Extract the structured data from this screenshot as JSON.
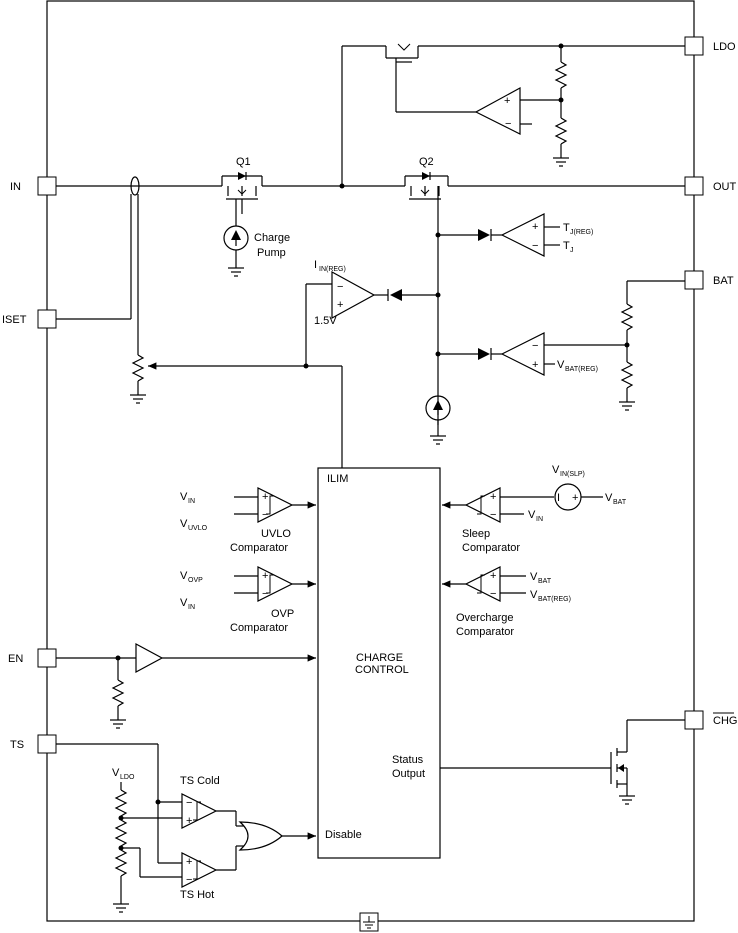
{
  "pins": {
    "in": "IN",
    "iset": "ISET",
    "en": "EN",
    "ts": "TS",
    "ldo": "LDO",
    "out": "OUT",
    "bat": "BAT",
    "chg": "CHG"
  },
  "labels": {
    "q1": "Q1",
    "q2": "Q2",
    "charge_pump_1": "Charge",
    "charge_pump_2": "Pump",
    "iin_reg_main": "I",
    "iin_reg_sub": "IN(REG)",
    "v15": "1.5V",
    "tj_reg_main": "T",
    "tj_reg_sub": "J(REG)",
    "tj_main": "T",
    "tj_sub": "J",
    "vbat_reg_main": "V",
    "vbat_reg_sub": "BAT(REG)",
    "ilim": "ILIM",
    "charge_control_1": "CHARGE",
    "charge_control_2": "CONTROL",
    "status_output_1": "Status",
    "status_output_2": "Output",
    "disable": "Disable",
    "vin_uvlo_main": "V",
    "vin_uvlo_sub": "IN",
    "vuvlo_main": "V",
    "vuvlo_sub": "UVLO",
    "uvlo_comp_1": "UVLO",
    "uvlo_comp_2": "Comparator",
    "vovp_main": "V",
    "vovp_sub": "OVP",
    "vin_ovp_main": "V",
    "vin_ovp_sub": "IN",
    "ovp_comp_1": "OVP",
    "ovp_comp_2": "Comparator",
    "vin_slp_main": "V",
    "vin_slp_sub": "IN(SLP)",
    "vbat_slp_main": "V",
    "vbat_slp_sub": "BAT",
    "vin_sleep_main": "V",
    "vin_sleep_sub": "IN",
    "sleep_comp_1": "Sleep",
    "sleep_comp_2": "Comparator",
    "vbat_oc_main": "V",
    "vbat_oc_sub": "BAT",
    "vbatreg_oc_main": "V",
    "vbatreg_oc_sub": "BAT(REG)",
    "overcharge_comp_1": "Overcharge",
    "overcharge_comp_2": "Comparator",
    "vldo_main": "V",
    "vldo_sub": "LDO",
    "ts_cold": "TS Cold",
    "ts_hot": "TS Hot"
  }
}
